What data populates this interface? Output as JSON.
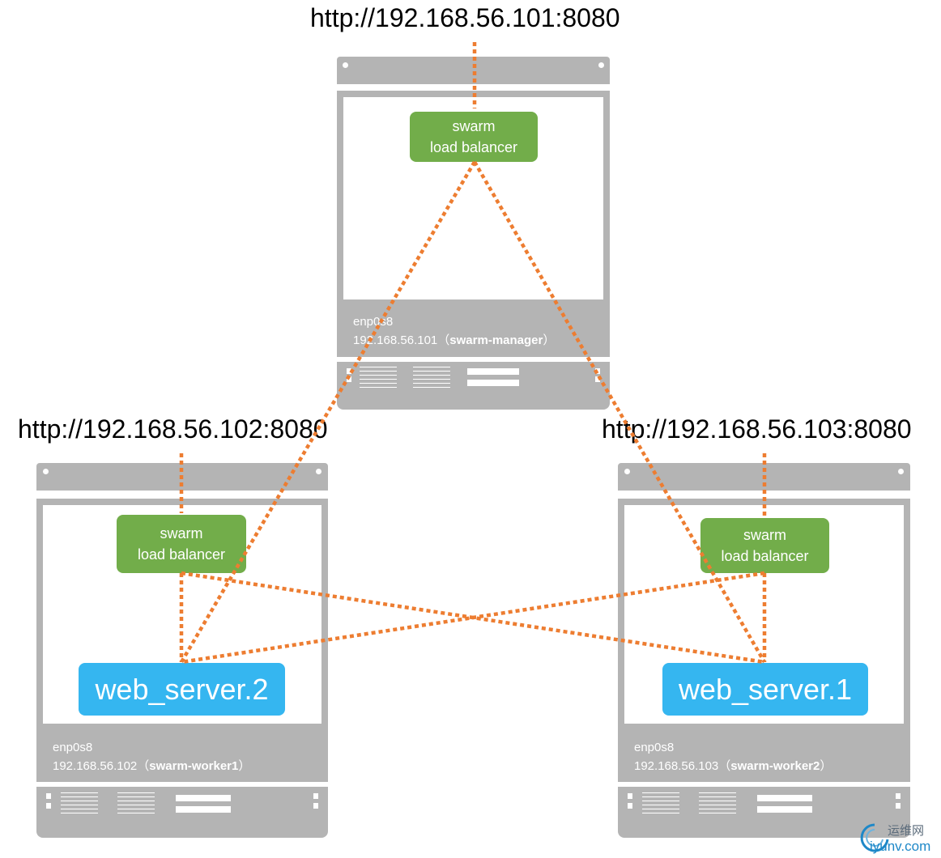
{
  "urls": {
    "manager": "http://192.168.56.101:8080",
    "worker1": "http://192.168.56.102:8080",
    "worker2": "http://192.168.56.103:8080"
  },
  "nodes": {
    "manager": {
      "interface": "enp0s8",
      "ip": "192.168.56.101",
      "name": "swarm-manager",
      "lb_line1": "swarm",
      "lb_line2": "load balancer"
    },
    "worker1": {
      "interface": "enp0s8",
      "ip": "192.168.56.102",
      "name": "swarm-worker1",
      "lb_line1": "swarm",
      "lb_line2": "load balancer",
      "service": "web_server.2"
    },
    "worker2": {
      "interface": "enp0s8",
      "ip": "192.168.56.103",
      "name": "swarm-worker2",
      "lb_line1": "swarm",
      "lb_line2": "load balancer",
      "service": "web_server.1"
    }
  },
  "punct": {
    "open": "（",
    "close": "）"
  },
  "watermark": {
    "cn": "运维网",
    "en": "iyunv.com"
  },
  "colors": {
    "server_gray": "#b4b4b4",
    "lb_green": "#72ad4a",
    "service_blue": "#35b6f0",
    "link_orange": "#ed7d31"
  }
}
